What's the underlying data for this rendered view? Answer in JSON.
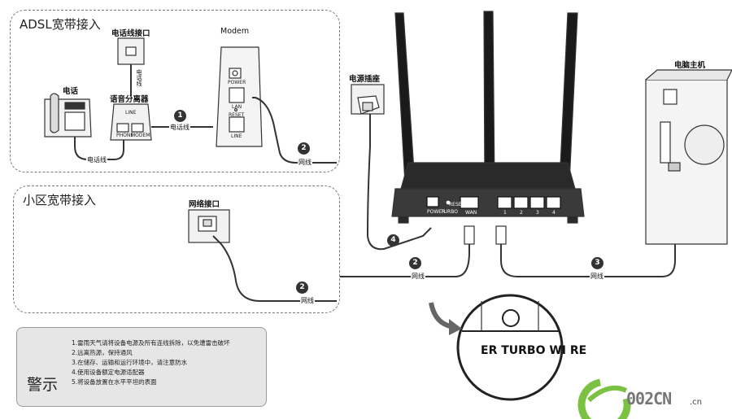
{
  "panels": {
    "adsl": {
      "title": "ADSL宽带接入"
    },
    "community": {
      "title": "小区宽带接入"
    }
  },
  "labels": {
    "phone_jack": "电话线接口",
    "modem": "Modem",
    "phone": "电话",
    "splitter": "语音分离器",
    "power_socket": "电源插座",
    "pc": "电脑主机",
    "network_jack": "网络接口"
  },
  "splitter_ports": {
    "top": "LINE",
    "phone": "PHONE",
    "modem": "MODEM"
  },
  "modem_ports": {
    "power": "POWER",
    "lan": "LAN",
    "reset": "RESET",
    "line": "LINE"
  },
  "router_ports": {
    "power": "POWER",
    "turbo": "TURBO",
    "reset": "RESET",
    "wan": "WAN",
    "lan": [
      "1",
      "2",
      "3",
      "4"
    ]
  },
  "cables": {
    "phone_line_1": "电话线",
    "phone_line_2": "电话线",
    "phone_line_3": "电话线",
    "net_line_adsl": "网线",
    "net_line_community": "网线",
    "net_line_wan": "网线",
    "net_line_pc": "网线"
  },
  "steps": {
    "s1": "1",
    "s2a": "2",
    "s2b": "2",
    "s2c": "2",
    "s3": "3",
    "s4": "4"
  },
  "zoom": {
    "text": "ER TURBO WI RE"
  },
  "warning": {
    "title": "警示",
    "lines": [
      "1.雷雨天气请将设备电源及所有连线拆除，以免遭雷击破坏",
      "2.远离热源，保持通风",
      "3.在储存、运输和运行环境中，请注意防水",
      "4.使用设备额定电源适配器",
      "5.将设备放置在水平平坦的表面"
    ]
  },
  "watermark": {
    "text": "002CN",
    "tld": ".cn"
  }
}
